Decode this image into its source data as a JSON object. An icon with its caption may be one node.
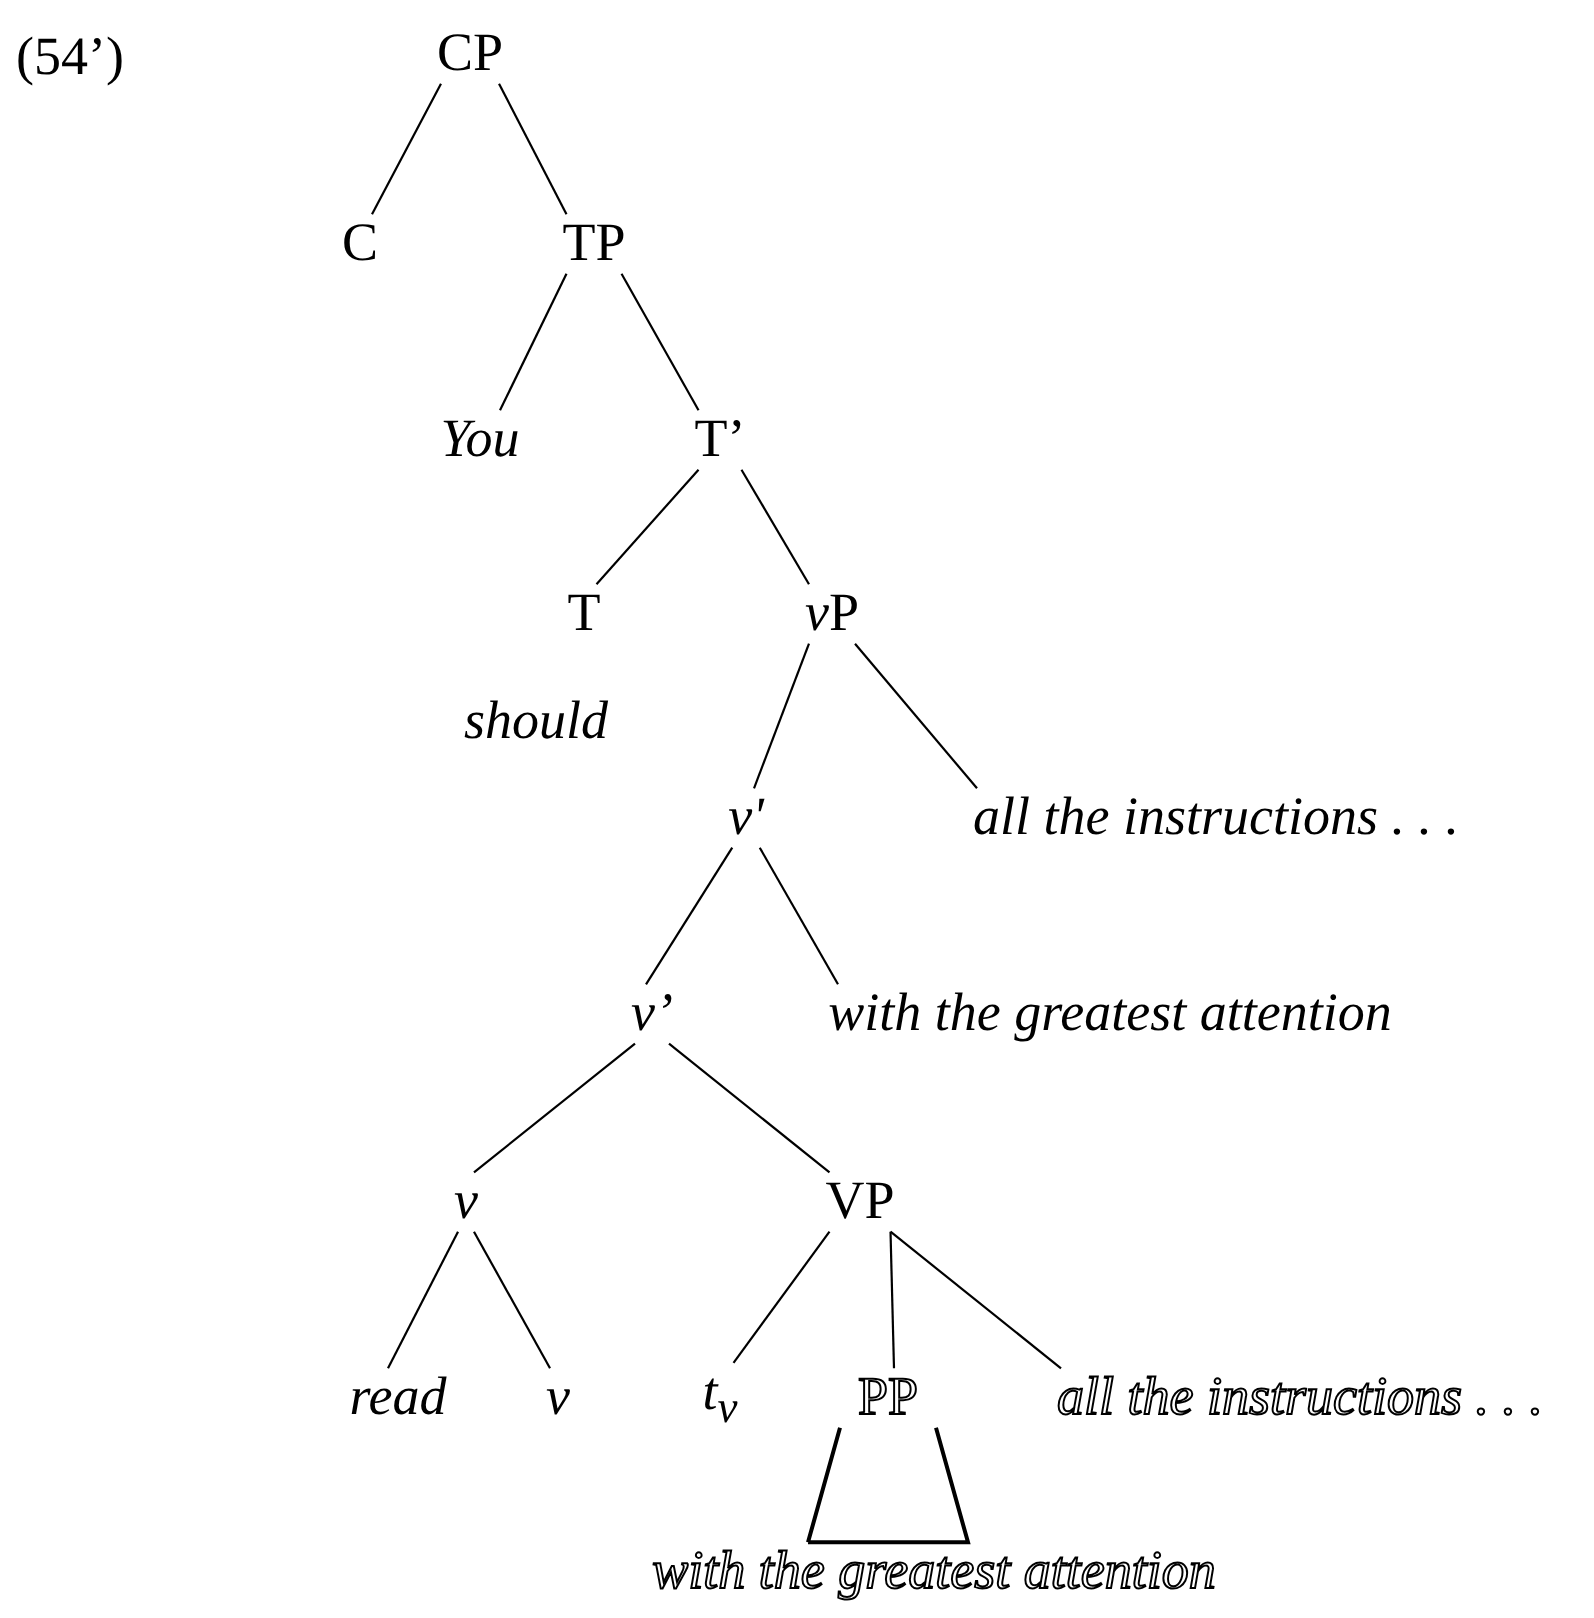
{
  "diagram": {
    "nodes": [
      {
        "text": [
          "CP"
        ]
      },
      {
        "text": [
          "C"
        ]
      },
      {
        "text": [
          "TP"
        ]
      },
      {
        "text": [
          "You"
        ]
      },
      {
        "text": [
          "T’"
        ]
      },
      {
        "text": [
          "T"
        ],
        "beside": [
          "should"
        ]
      },
      {
        "text": [
          "vP"
        ]
      },
      {
        "text": [
          "v'"
        ]
      },
      {
        "text": [
          "all the instructions . . ."
        ]
      },
      {
        "text": [
          "v’"
        ]
      },
      {
        "text": [
          "with the greatest attention"
        ]
      },
      {
        "text": [
          "v"
        ]
      },
      {
        "text": [
          "VP"
        ]
      },
      {
        "text": [
          "read"
        ]
      },
      {
        "text": [
          "v"
        ]
      },
      {
        "text": [
          "t$_{v}$"
        ]
      },
      {
        "text": [
          "PP"
        ]
      },
      {
        "text": [
          "all the instructions . . ."
        ]
      },
      {
        "text": [
          "with the greatest attention"
        ]
      }
    ],
    "edges": [
      {
        "from": 0,
        "to": 1,
        "arrow": "none"
      },
      {
        "from": 0,
        "to": 2,
        "arrow": "none"
      },
      {
        "from": 2,
        "to": 3,
        "arrow": "none"
      },
      {
        "from": 2,
        "to": 4,
        "arrow": "none"
      },
      {
        "from": 4,
        "to": 5,
        "arrow": "none"
      },
      {
        "from": 4,
        "to": 6,
        "arrow": "none"
      },
      {
        "from": 6,
        "to": 7,
        "arrow": "none"
      },
      {
        "from": 6,
        "to": 8,
        "arrow": "none"
      },
      {
        "from": 7,
        "to": 9,
        "arrow": "none"
      },
      {
        "from": 7,
        "to": 10,
        "arrow": "none"
      },
      {
        "from": 9,
        "to": 11,
        "arrow": "none"
      },
      {
        "from": 9,
        "to": 12,
        "arrow": "none"
      },
      {
        "from": 11,
        "to": 13,
        "arrow": "none"
      },
      {
        "from": 11,
        "to": 14,
        "arrow": "none"
      },
      {
        "from": 12,
        "to": 15,
        "arrow": "none"
      },
      {
        "from": 12,
        "to": 16,
        "arrow": "none"
      },
      {
        "from": 12,
        "to": 17,
        "arrow": "none"
      },
      {
        "from": 16,
        "to": 18,
        "arrow": "none"
      }
    ],
    "labels": [
      "(54’)"
    ]
  }
}
